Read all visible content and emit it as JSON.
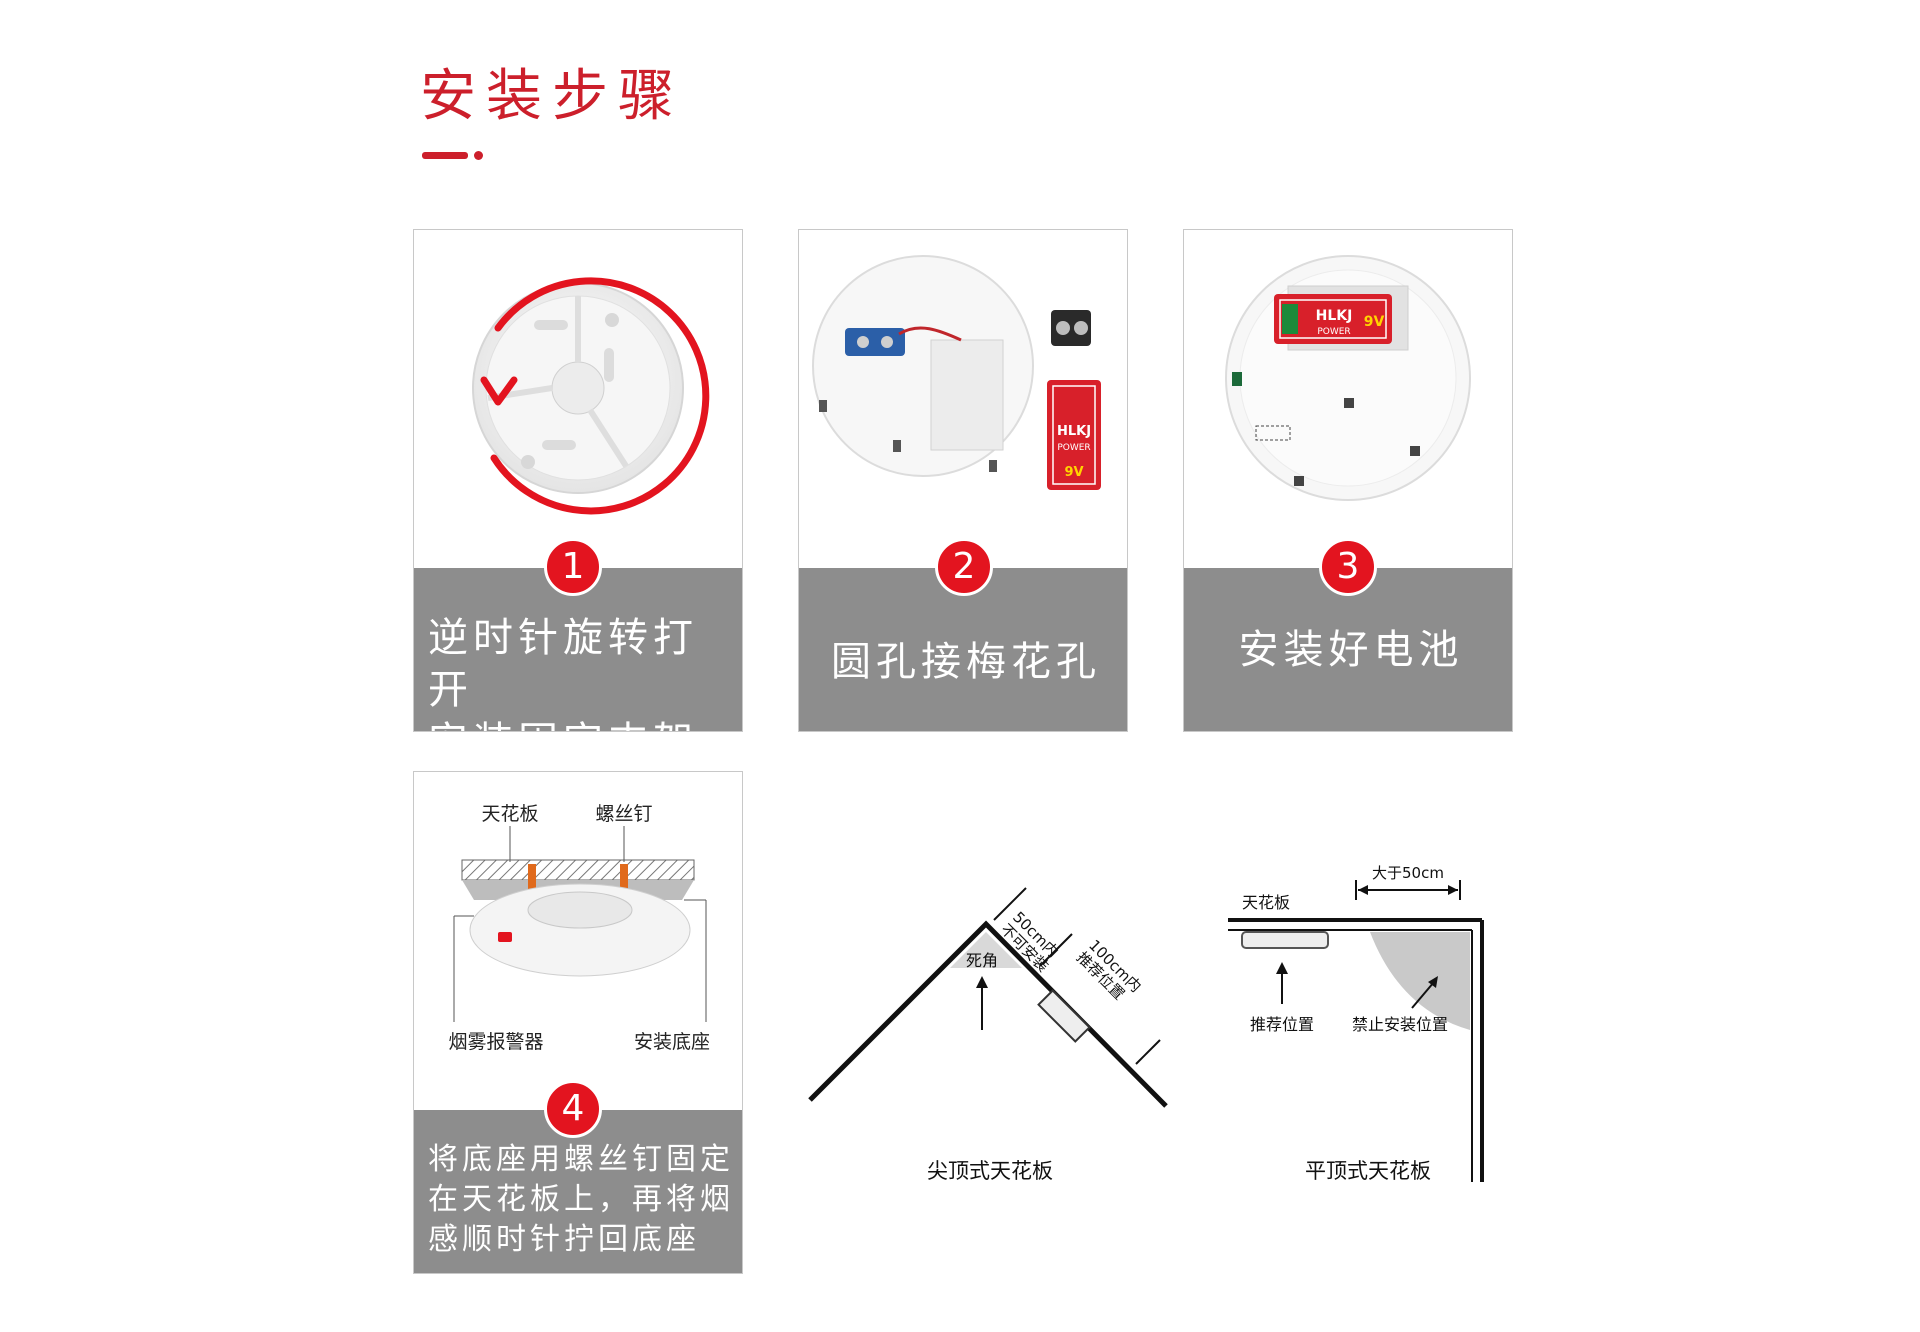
{
  "header": {
    "title": "安装步骤",
    "accent_color": "#cc1f2b"
  },
  "steps": [
    {
      "number": "1",
      "caption": "逆时针旋转打开\n安装固定支架",
      "icon": "counterclockwise-rotation-arrow"
    },
    {
      "number": "2",
      "caption": "圆孔接梅花孔",
      "icon": "battery-connector"
    },
    {
      "number": "3",
      "caption": "安装好电池",
      "icon": "installed-battery"
    },
    {
      "number": "4",
      "caption": "将底座用螺丝钉固定\n在天花板上，再将烟\n感顺时针拧回底座",
      "icon": "ceiling-mount"
    }
  ],
  "battery": {
    "brand": "HLKJ",
    "type": "POWER",
    "voltage": "9V"
  },
  "step4_diagram": {
    "labels": [
      "天花板",
      "螺丝钉",
      "烟雾报警器",
      "安装底座"
    ]
  },
  "pitched_ceiling_diagram": {
    "title": "尖顶式天花板",
    "dead_zone_label": "死角",
    "no_install_label": "50cm内\n不可安装",
    "recommended_label": "100cm内\n推荐位置"
  },
  "flat_ceiling_diagram": {
    "title": "平顶式天花板",
    "ceiling_label": "天花板",
    "distance_label": "大于50cm",
    "recommended_label": "推荐位置",
    "forbidden_label": "禁止安装位置"
  },
  "colors": {
    "badge_red": "#e3141f",
    "caption_gray": "#8d8d8d",
    "battery_red": "#d8202a"
  }
}
